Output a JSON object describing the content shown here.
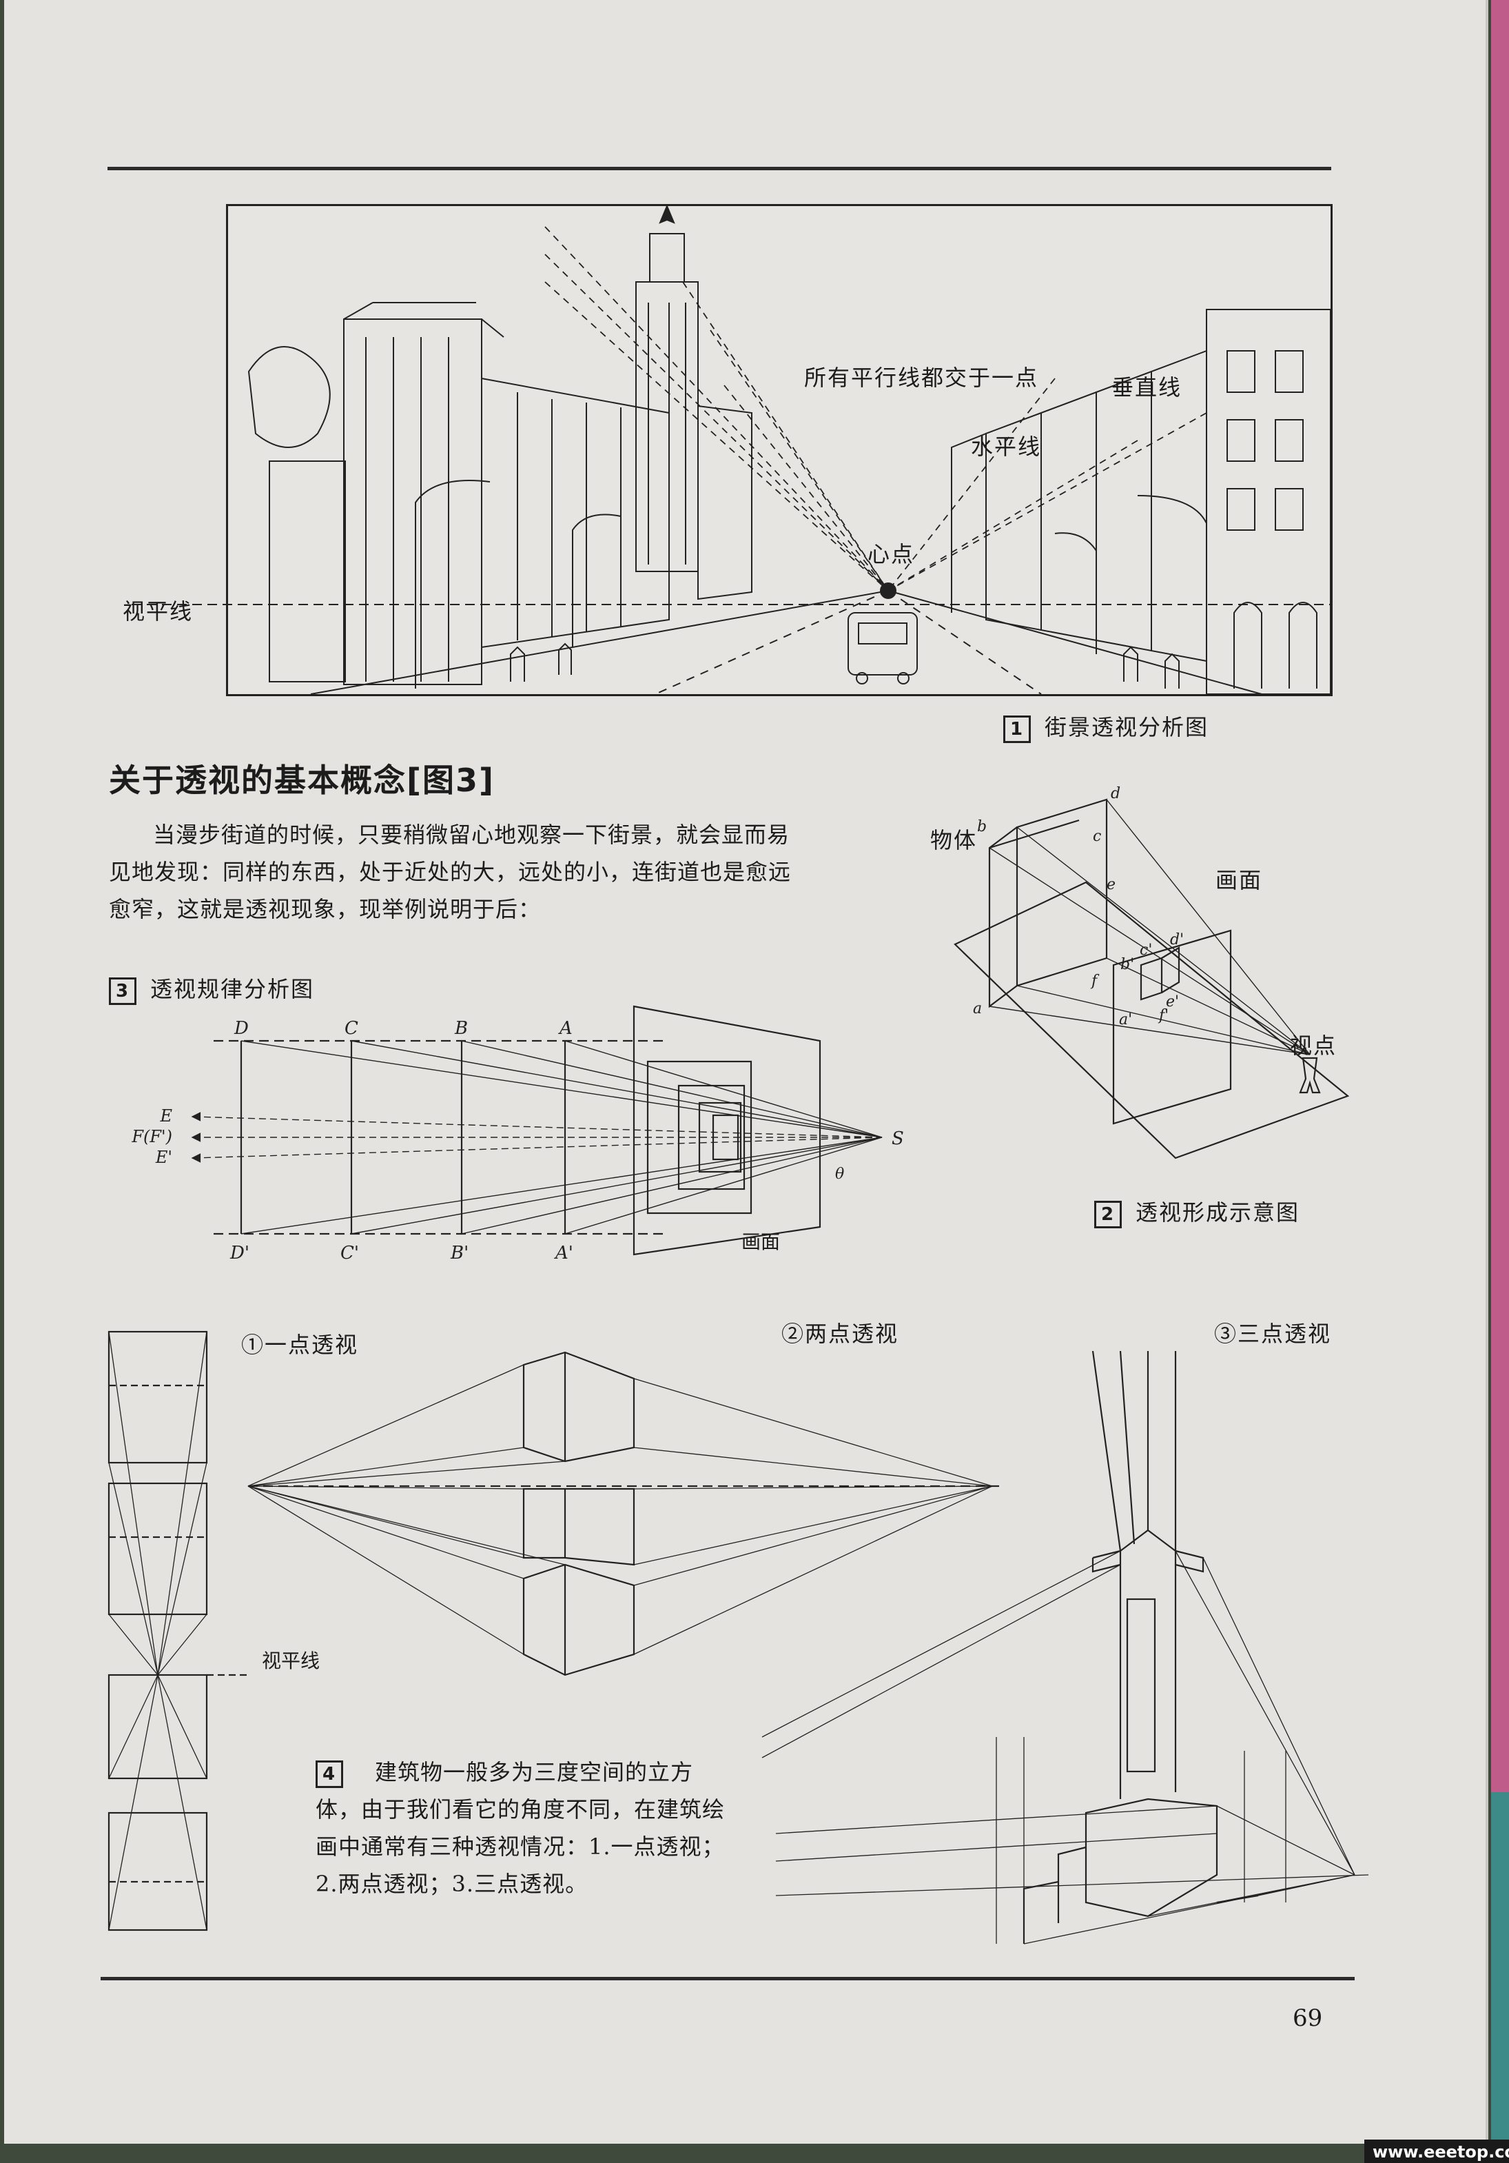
{
  "figure1": {
    "number": "1",
    "caption": "街景透视分析图",
    "labels": {
      "parallel": "所有平行线都交于一点",
      "vertical": "垂直线",
      "horizontal": "水平线",
      "center": "心点",
      "horizon": "视平线"
    }
  },
  "section": {
    "heading": "关于透视的基本概念",
    "heading_ref": "[图3]",
    "paragraph": "当漫步街道的时候，只要稍微留心地观察一下街景，就会显而易见地发现：同样的东西，处于近处的大，远处的小，连街道也是愈远愈窄，这就是透视现象，现举例说明于后："
  },
  "figure2": {
    "number": "2",
    "caption": "透视形成示意图",
    "labels": {
      "object": "物体",
      "picture_plane": "画面",
      "viewpoint": "视点",
      "points": [
        "a",
        "b",
        "c",
        "d",
        "e",
        "f",
        "a'",
        "b'",
        "c'",
        "d'",
        "e'",
        "f'"
      ]
    }
  },
  "figure3": {
    "number": "3",
    "caption": "透视规律分析图",
    "top_letters": [
      "D",
      "C",
      "B",
      "A"
    ],
    "bottom_letters": [
      "D'",
      "C'",
      "B'",
      "A'"
    ],
    "left_labels": [
      "E",
      "F(F')",
      "E'"
    ],
    "station_point": "S",
    "angle": "θ",
    "picture_plane": "画面"
  },
  "figure4": {
    "number": "4",
    "one_point": "①一点透视",
    "two_point": "②两点透视",
    "three_point": "③三点透视",
    "horizon": "视平线",
    "note": "建筑物一般多为三度空间的立方体，由于我们看它的角度不同，在建筑绘画中通常有三种透视情况：1.一点透视；2.两点透视；3.三点透视。"
  },
  "page_number": "69",
  "watermark": "www.eeetop.com"
}
